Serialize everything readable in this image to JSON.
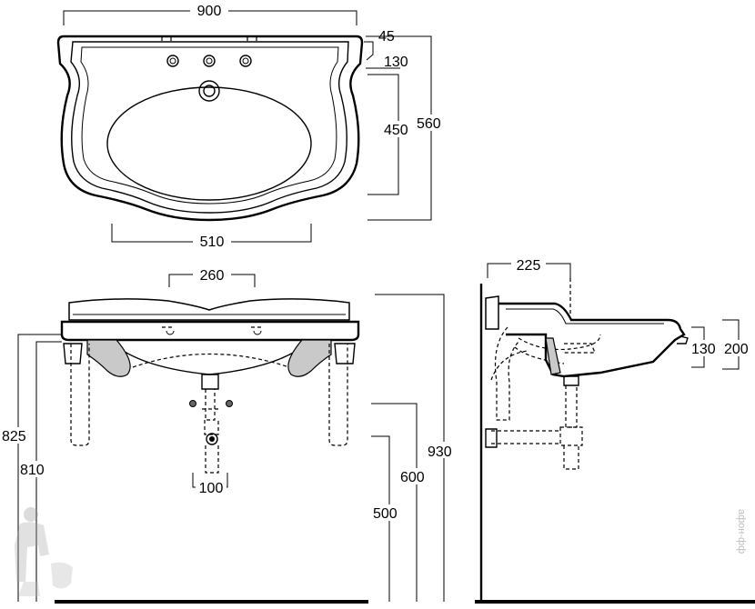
{
  "top_view": {
    "dim_width": "900",
    "dim_rim": "45",
    "dim_tap_offset": "130",
    "dim_bowl_depth": "450",
    "dim_total_depth": "560",
    "dim_base_width": "510"
  },
  "front_view": {
    "dim_top_curve": "260",
    "dim_height_825": "825",
    "dim_height_810": "810",
    "dim_trap_spacing": "100",
    "dim_500": "500",
    "dim_600": "600",
    "dim_930": "930"
  },
  "side_view": {
    "dim_depth": "225",
    "dim_130": "130",
    "dim_200": "200"
  },
  "watermark": {
    "text": "афон-фф"
  }
}
